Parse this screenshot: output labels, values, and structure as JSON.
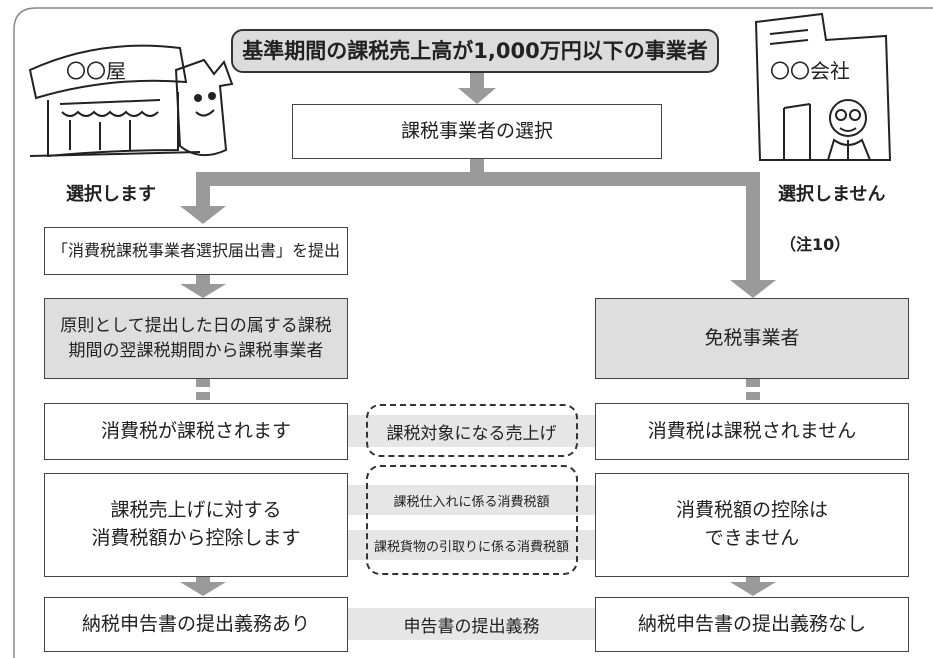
{
  "top_box": "基準期間の課税売上高が1,000万円以下の事業者",
  "selection_box": "課税事業者の選択",
  "left_branch_label": "選択します",
  "right_branch_label": "選択しません",
  "note_label": "（注10）",
  "left_column": {
    "file_box": "「消費税課税事業者選択届出書」を提出",
    "taxable_box_line1": "原則として提出した日の属する課税",
    "taxable_box_line2": "期間の翌課税期間から課税事業者",
    "taxed_box": "消費税が課税されます",
    "deduct_box_line1": "課税売上げに対する",
    "deduct_box_line2": "消費税額から控除します",
    "return_box": "納税申告書の提出義務あり"
  },
  "right_column": {
    "exempt_box": "免税事業者",
    "not_taxed_box": "消費税は課税されません",
    "no_deduct_line1": "消費税額の控除は",
    "no_deduct_line2": "できません",
    "no_return_box": "納税申告書の提出義務なし"
  },
  "middle": {
    "taxable_sales": "課税対象になる売上げ",
    "purchase_tax": "課税仕入れに係る消費税額",
    "goods_tax": "課税貨物の引取りに係る消費税額",
    "filing_duty": "申告書の提出義務"
  },
  "illustrations": {
    "shop_sign": "〇〇屋",
    "company_sign": "〇〇会社"
  }
}
